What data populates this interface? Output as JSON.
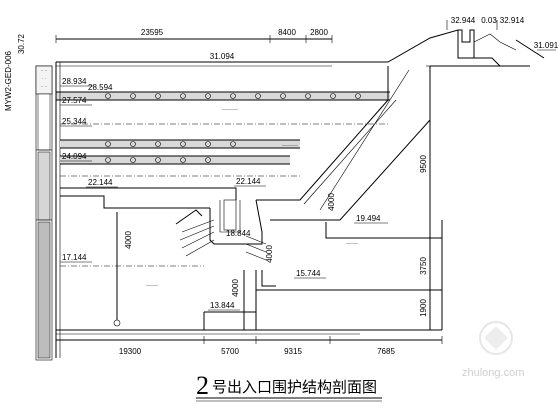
{
  "borehole": {
    "id": "MYW2-GED-006",
    "top_elevation": "30.72"
  },
  "elevations": {
    "e_31094": "31.094",
    "e_32944": "32.944",
    "e_32914": "32.914",
    "e_31091": "31.091",
    "e_28934": "28.934",
    "e_28594": "28.594",
    "e_27574": "27.574",
    "e_25344": "25.344",
    "e_24094": "24.094",
    "e_22144_left": "22.144",
    "e_22144_right": "22.144",
    "e_19494": "19.494",
    "e_18844": "18.844",
    "e_17144": "17.144",
    "e_15744": "15.744",
    "e_13844": "13.844"
  },
  "dimensions_top": [
    "23595",
    "8400",
    "2800"
  ],
  "dimensions_top_right": "0.03",
  "dimensions_bottom": [
    "19300",
    "5700",
    "9315",
    "7685"
  ],
  "dimensions_right": [
    "9500",
    "3750",
    "1900"
  ],
  "dimensions_inner": [
    "4000",
    "4000",
    "4000",
    "4000"
  ],
  "section_title": {
    "number": "2",
    "text": "号出入口围护结构剖面图"
  },
  "watermark": "zhulong.com"
}
